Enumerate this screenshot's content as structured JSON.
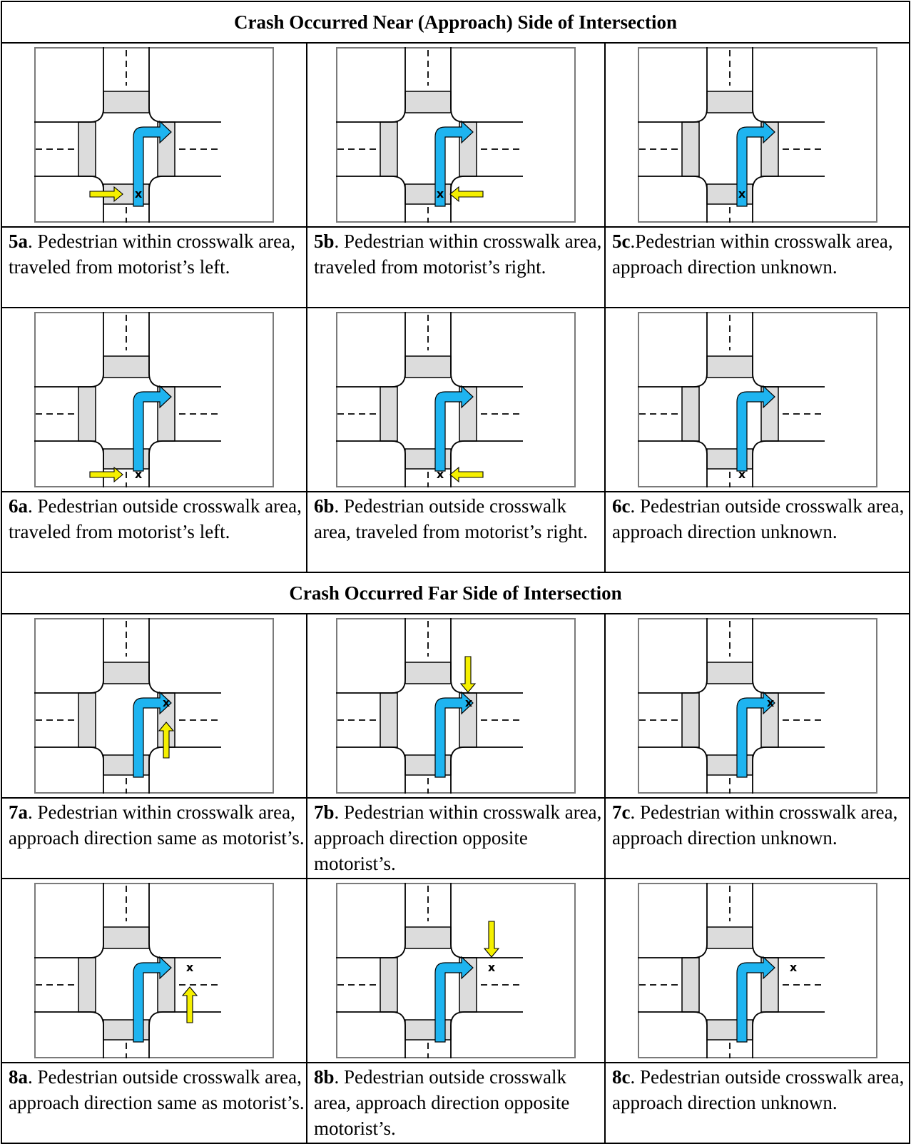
{
  "sections": [
    {
      "header": "Crash Occurred Near (Approach) Side of Intersection",
      "rows": [
        {
          "cells": [
            {
              "code": "5a",
              "sep": ". ",
              "text": "Pedestrian within crosswalk area, traveled from motorist’s left.",
              "variant": "near-in-left"
            },
            {
              "code": "5b",
              "sep": ". ",
              "text": "Pedestrian within crosswalk area, traveled from motorist’s right.",
              "variant": "near-in-right"
            },
            {
              "code": "5c",
              "sep": ".",
              "text": "Pedestrian within crosswalk area, approach direction unknown.",
              "variant": "near-in-unknown"
            }
          ]
        },
        {
          "cells": [
            {
              "code": "6a",
              "sep": ". ",
              "text": "Pedestrian outside crosswalk area, traveled from motorist’s left.",
              "variant": "near-out-left"
            },
            {
              "code": "6b",
              "sep": ". ",
              "text": "Pedestrian outside crosswalk area, traveled from motorist’s right.",
              "variant": "near-out-right"
            },
            {
              "code": "6c",
              "sep": ". ",
              "text": "Pedestrian outside crosswalk area, approach direction unknown.",
              "variant": "near-out-unknown"
            }
          ]
        }
      ]
    },
    {
      "header": "Crash Occurred Far Side of Intersection",
      "rows": [
        {
          "cells": [
            {
              "code": "7a",
              "sep": ". ",
              "text": "Pedestrian within crosswalk area, approach direction same as motorist’s.",
              "variant": "far-in-same"
            },
            {
              "code": "7b",
              "sep": ". ",
              "text": "Pedestrian within crosswalk area, approach direction opposite motorist’s.",
              "variant": "far-in-opposite"
            },
            {
              "code": "7c",
              "sep": ". ",
              "text": "Pedestrian within crosswalk area, approach direction unknown.",
              "variant": "far-in-unknown"
            }
          ]
        },
        {
          "cells": [
            {
              "code": "8a",
              "sep": ". ",
              "text": "Pedestrian outside crosswalk area, approach direction same as motorist’s.",
              "variant": "far-out-same"
            },
            {
              "code": "8b",
              "sep": ". ",
              "text": "Pedestrian outside crosswalk area, approach direction opposite motorist’s.",
              "variant": "far-out-opposite"
            },
            {
              "code": "8c",
              "sep": ". ",
              "text": "Pedestrian outside crosswalk area, approach direction unknown.",
              "variant": "far-out-unknown"
            }
          ]
        }
      ]
    }
  ],
  "diagram_labels": {
    "crash_marker": "x"
  },
  "colors": {
    "vehicle_arrow": "#1eb4f0",
    "pedestrian_arrow": "#f5f000",
    "crosswalk": "#dcdcdc",
    "road": "#ffffff",
    "line": "#000000",
    "frame": "#7a7a7a"
  }
}
